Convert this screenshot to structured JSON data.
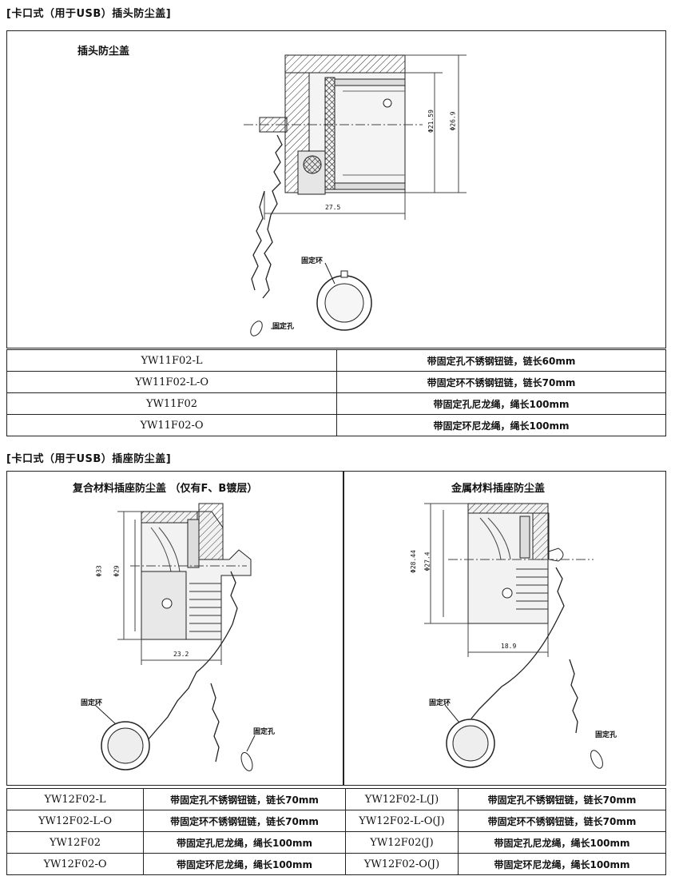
{
  "section1": {
    "header": "[卡口式（用于USB）插头防尘盖]",
    "title": "插头防尘盖",
    "dims": {
      "d1": "Φ21.59",
      "d2": "Φ26.9",
      "len": "27.5"
    },
    "labels": {
      "ring": "固定环",
      "hole": "固定孔"
    },
    "rows": [
      {
        "model": "YW11F02-L",
        "desc": "带固定孔不锈钢钮链，链长60mm"
      },
      {
        "model": "YW11F02-L-O",
        "desc": "带固定环不锈钢钮链，链长70mm"
      },
      {
        "model": "YW11F02",
        "desc": "带固定孔尼龙绳，绳长100mm"
      },
      {
        "model": "YW11F02-O",
        "desc": "带固定环尼龙绳，绳长100mm"
      }
    ]
  },
  "section2": {
    "header": "[卡口式（用于USB）插座防尘盖]",
    "left": {
      "title": "复合材料插座防尘盖 （仅有F、B镀层）",
      "dims": {
        "d1": "Φ33",
        "d2": "Φ29",
        "len": "23.2"
      },
      "labels": {
        "ring": "固定环",
        "hole": "固定孔"
      }
    },
    "right": {
      "title": "金属材料插座防尘盖",
      "dims": {
        "d1": "Φ28.44",
        "d2": "Φ27.4",
        "len": "18.9"
      },
      "labels": {
        "ring": "固定环",
        "hole": "固定孔"
      }
    },
    "rows": [
      {
        "m1": "YW12F02-L",
        "d1": "带固定孔不锈钢钮链，链长70mm",
        "m2": "YW12F02-L(J)",
        "d2": "带固定孔不锈钢钮链，链长70mm"
      },
      {
        "m1": "YW12F02-L-O",
        "d1": "带固定环不锈钢钮链，链长70mm",
        "m2": "YW12F02-L-O(J)",
        "d2": "带固定环不锈钢钮链，链长70mm"
      },
      {
        "m1": "YW12F02",
        "d1": "带固定孔尼龙绳，绳长100mm",
        "m2": "YW12F02(J)",
        "d2": "带固定孔尼龙绳，绳长100mm"
      },
      {
        "m1": "YW12F02-O",
        "d1": "带固定环尼龙绳，绳长100mm",
        "m2": "YW12F02-O(J)",
        "d2": "带固定环尼龙绳，绳长100mm"
      }
    ]
  }
}
